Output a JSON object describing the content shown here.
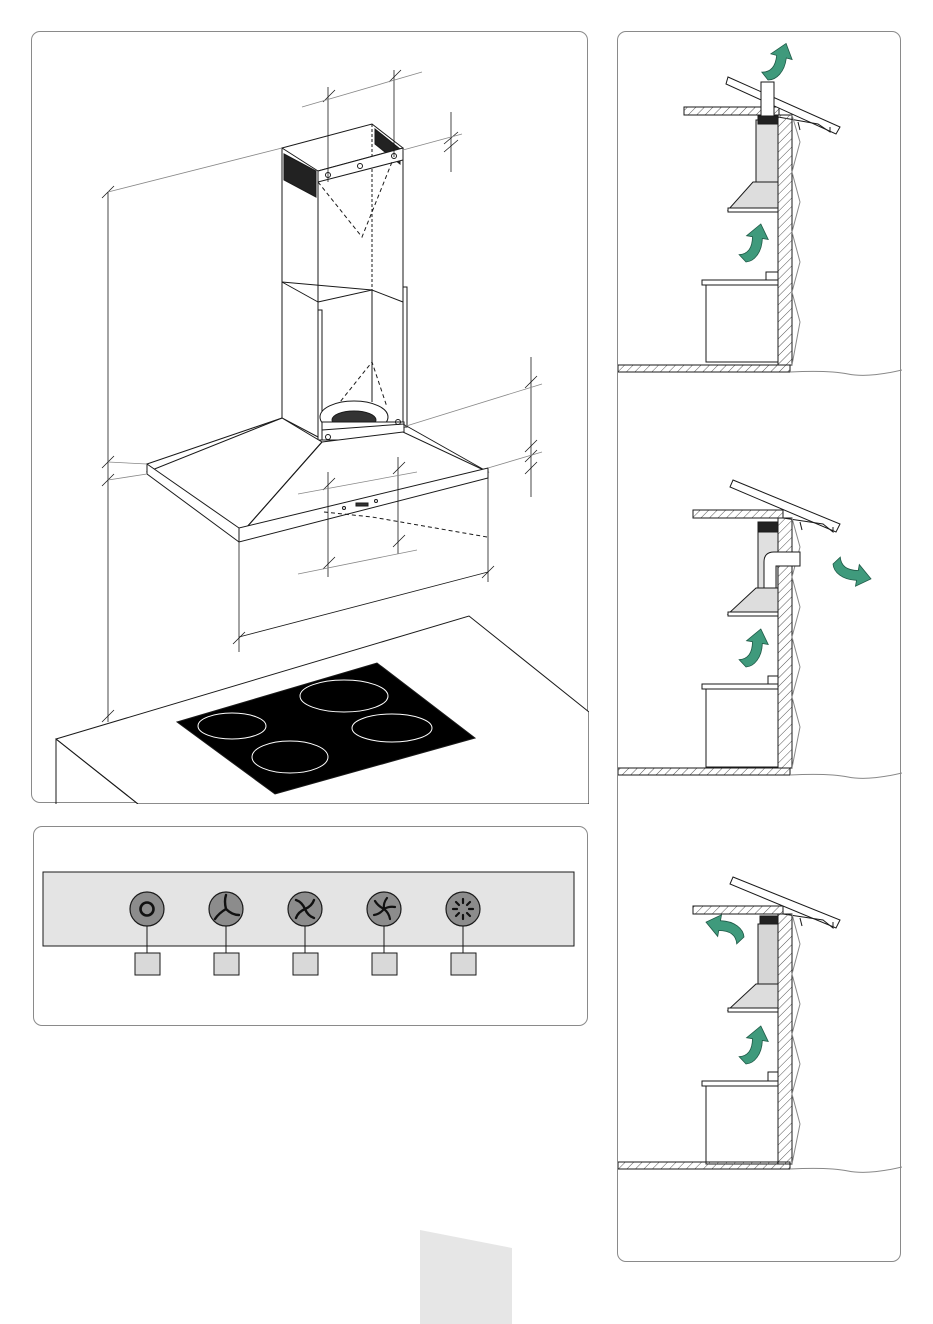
{
  "colors": {
    "arrow": "#3f9a7c",
    "arrow_dark": "#1f5a47",
    "button_fill": "#8c8c8c",
    "panel_fill": "#e4e4e4",
    "key_fill": "#d9d9d9",
    "line": "#1a1a1a",
    "hatch": "#555555",
    "hob": "#000000",
    "tab": "#e6e6e6"
  },
  "icons": {
    "control_buttons": [
      "power-icon",
      "fan-speed-1-icon",
      "fan-speed-2-icon",
      "fan-speed-3-icon",
      "light-icon"
    ]
  },
  "views": [
    "ducted-roof-exhaust",
    "ducted-wall-exhaust",
    "recirculation"
  ]
}
